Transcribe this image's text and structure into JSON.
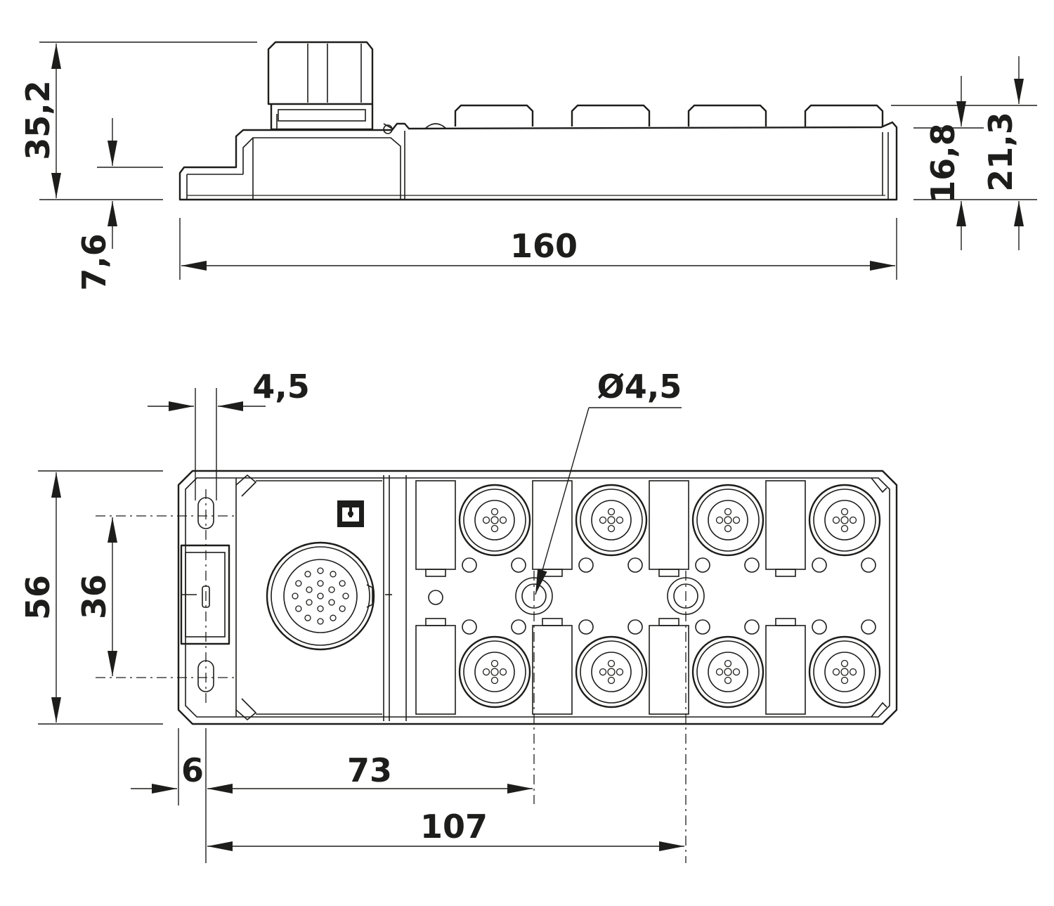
{
  "side_view": {
    "overall_length": "160",
    "total_height": "35,2",
    "flange_height": "7,6",
    "body_height": "16,8",
    "height_with_connectors": "21,3"
  },
  "top_view": {
    "body_width": "56",
    "hole_spacing": "36",
    "slot_width": "4,5",
    "mount_hole_diameter": "Ø4,5",
    "edge_to_hole": "6",
    "hole_to_first_mount": "73",
    "hole_to_second_mount": "107"
  },
  "icons": {
    "logo": "phoenix-contact-logo-icon"
  }
}
